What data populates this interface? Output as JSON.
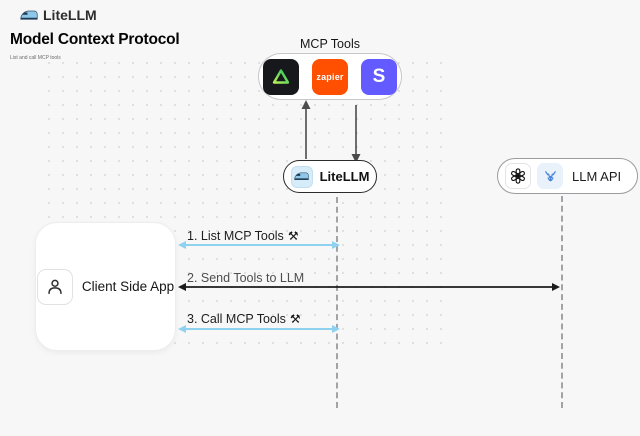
{
  "header": {
    "brand": "LiteLLM",
    "title": "Model Context Protocol",
    "subtitle": "List and call MCP tools"
  },
  "mcp_tools": {
    "label": "MCP Tools",
    "icons": [
      {
        "name": "green-triangle-logo",
        "bg": "#17181b"
      },
      {
        "name": "zapier-logo",
        "bg": "#ff4f00",
        "text": "zapier"
      },
      {
        "name": "stripe-logo",
        "bg": "#635bff",
        "text": "S"
      }
    ]
  },
  "nodes": {
    "litellm": {
      "label": "LiteLLM"
    },
    "llm_api": {
      "label": "LLM API"
    },
    "client": {
      "label": "Client Side App"
    }
  },
  "sequence": [
    {
      "label": "1. List MCP Tools",
      "icon": "⚒",
      "arrow_color": "#8fd2f0",
      "to": "LiteLLM"
    },
    {
      "label": "2. Send Tools to LLM",
      "icon": "",
      "arrow_color": "#1c1c1c",
      "to": "LLM API"
    },
    {
      "label": "3. Call MCP Tools",
      "icon": "⚒",
      "arrow_color": "#8fd2f0",
      "to": "LiteLLM"
    }
  ],
  "colors": {
    "background": "#f7f7f8",
    "blue_arrow": "#8fd2f0",
    "black_arrow": "#1c1c1c",
    "zapier_orange": "#ff4f00",
    "stripe_purple": "#635bff",
    "dark_tile": "#17181b",
    "litellm_icon_bg": "#d6ecf8"
  }
}
